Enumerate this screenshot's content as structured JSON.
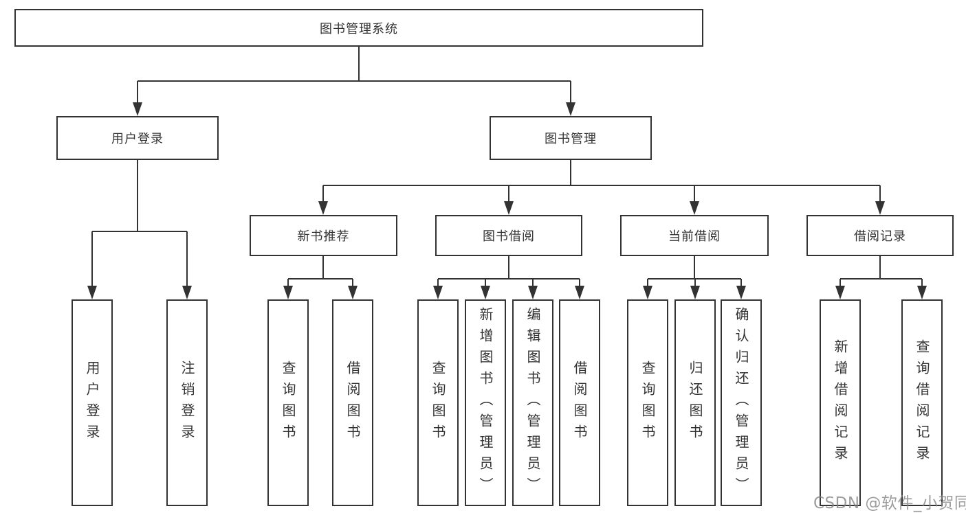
{
  "page": {
    "watermark": "CSDN @软件_小贺同学"
  },
  "tree": {
    "root": "图书管理系统",
    "children": [
      {
        "label": "用户登录",
        "children": [
          {
            "label": "用户登录"
          },
          {
            "label": "注销登录"
          }
        ]
      },
      {
        "label": "图书管理",
        "children": [
          {
            "label": "新书推荐",
            "children": [
              {
                "label": "查询图书"
              },
              {
                "label": "借阅图书"
              }
            ]
          },
          {
            "label": "图书借阅",
            "children": [
              {
                "label": "查询图书"
              },
              {
                "label": "新增图书（管理员）"
              },
              {
                "label": "编辑图书（管理员）"
              },
              {
                "label": "借阅图书"
              }
            ]
          },
          {
            "label": "当前借阅",
            "children": [
              {
                "label": "查询图书"
              },
              {
                "label": "归还图书"
              },
              {
                "label": "确认归还（管理员）"
              }
            ]
          },
          {
            "label": "借阅记录",
            "children": [
              {
                "label": "新增借阅记录"
              },
              {
                "label": "查询借阅记录"
              }
            ]
          }
        ]
      }
    ]
  },
  "colors": {
    "line": "#333333",
    "text": "#333333",
    "box_fill": "#ffffff",
    "watermark": "#828282"
  }
}
